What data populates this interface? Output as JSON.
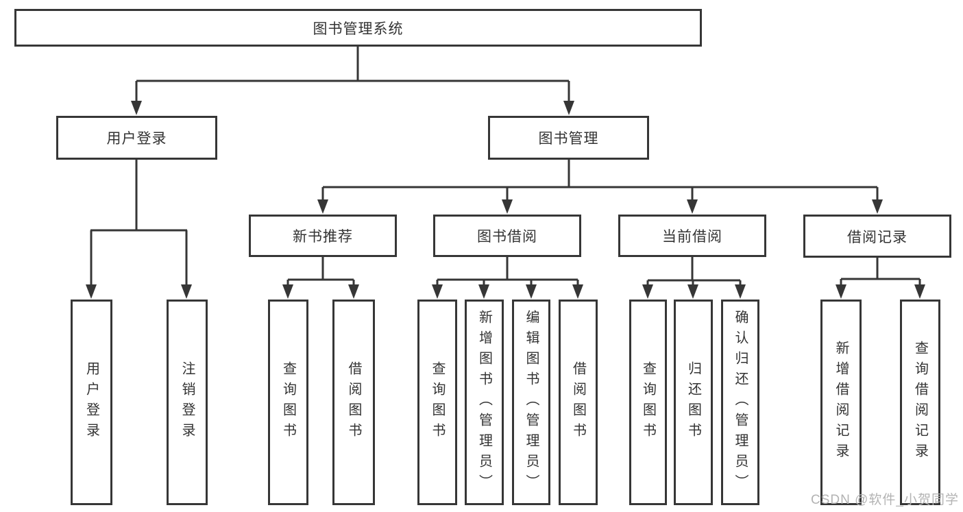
{
  "diagram": {
    "root": {
      "label": "图书管理系统"
    },
    "branches": [
      {
        "label": "用户登录",
        "children": [
          "用户登录",
          "注销登录"
        ]
      },
      {
        "label": "图书管理",
        "children": [
          {
            "label": "新书推荐",
            "children": [
              "查询图书",
              "借阅图书"
            ]
          },
          {
            "label": "图书借阅",
            "children": [
              "查询图书",
              "新增图书（管理员）",
              "编辑图书（管理员）",
              "借阅图书"
            ]
          },
          {
            "label": "当前借阅",
            "children": [
              "查询图书",
              "归还图书",
              "确认归还（管理员）"
            ]
          },
          {
            "label": "借阅记录",
            "children": [
              "新增借阅记录",
              "查询借阅记录"
            ]
          }
        ]
      }
    ]
  },
  "watermark": "CSDN @软件_小贺同学",
  "colors": {
    "line": "#363636",
    "box_border": "#363636",
    "text": "#333333",
    "watermark": "#b3b3b3",
    "background": "#ffffff"
  }
}
